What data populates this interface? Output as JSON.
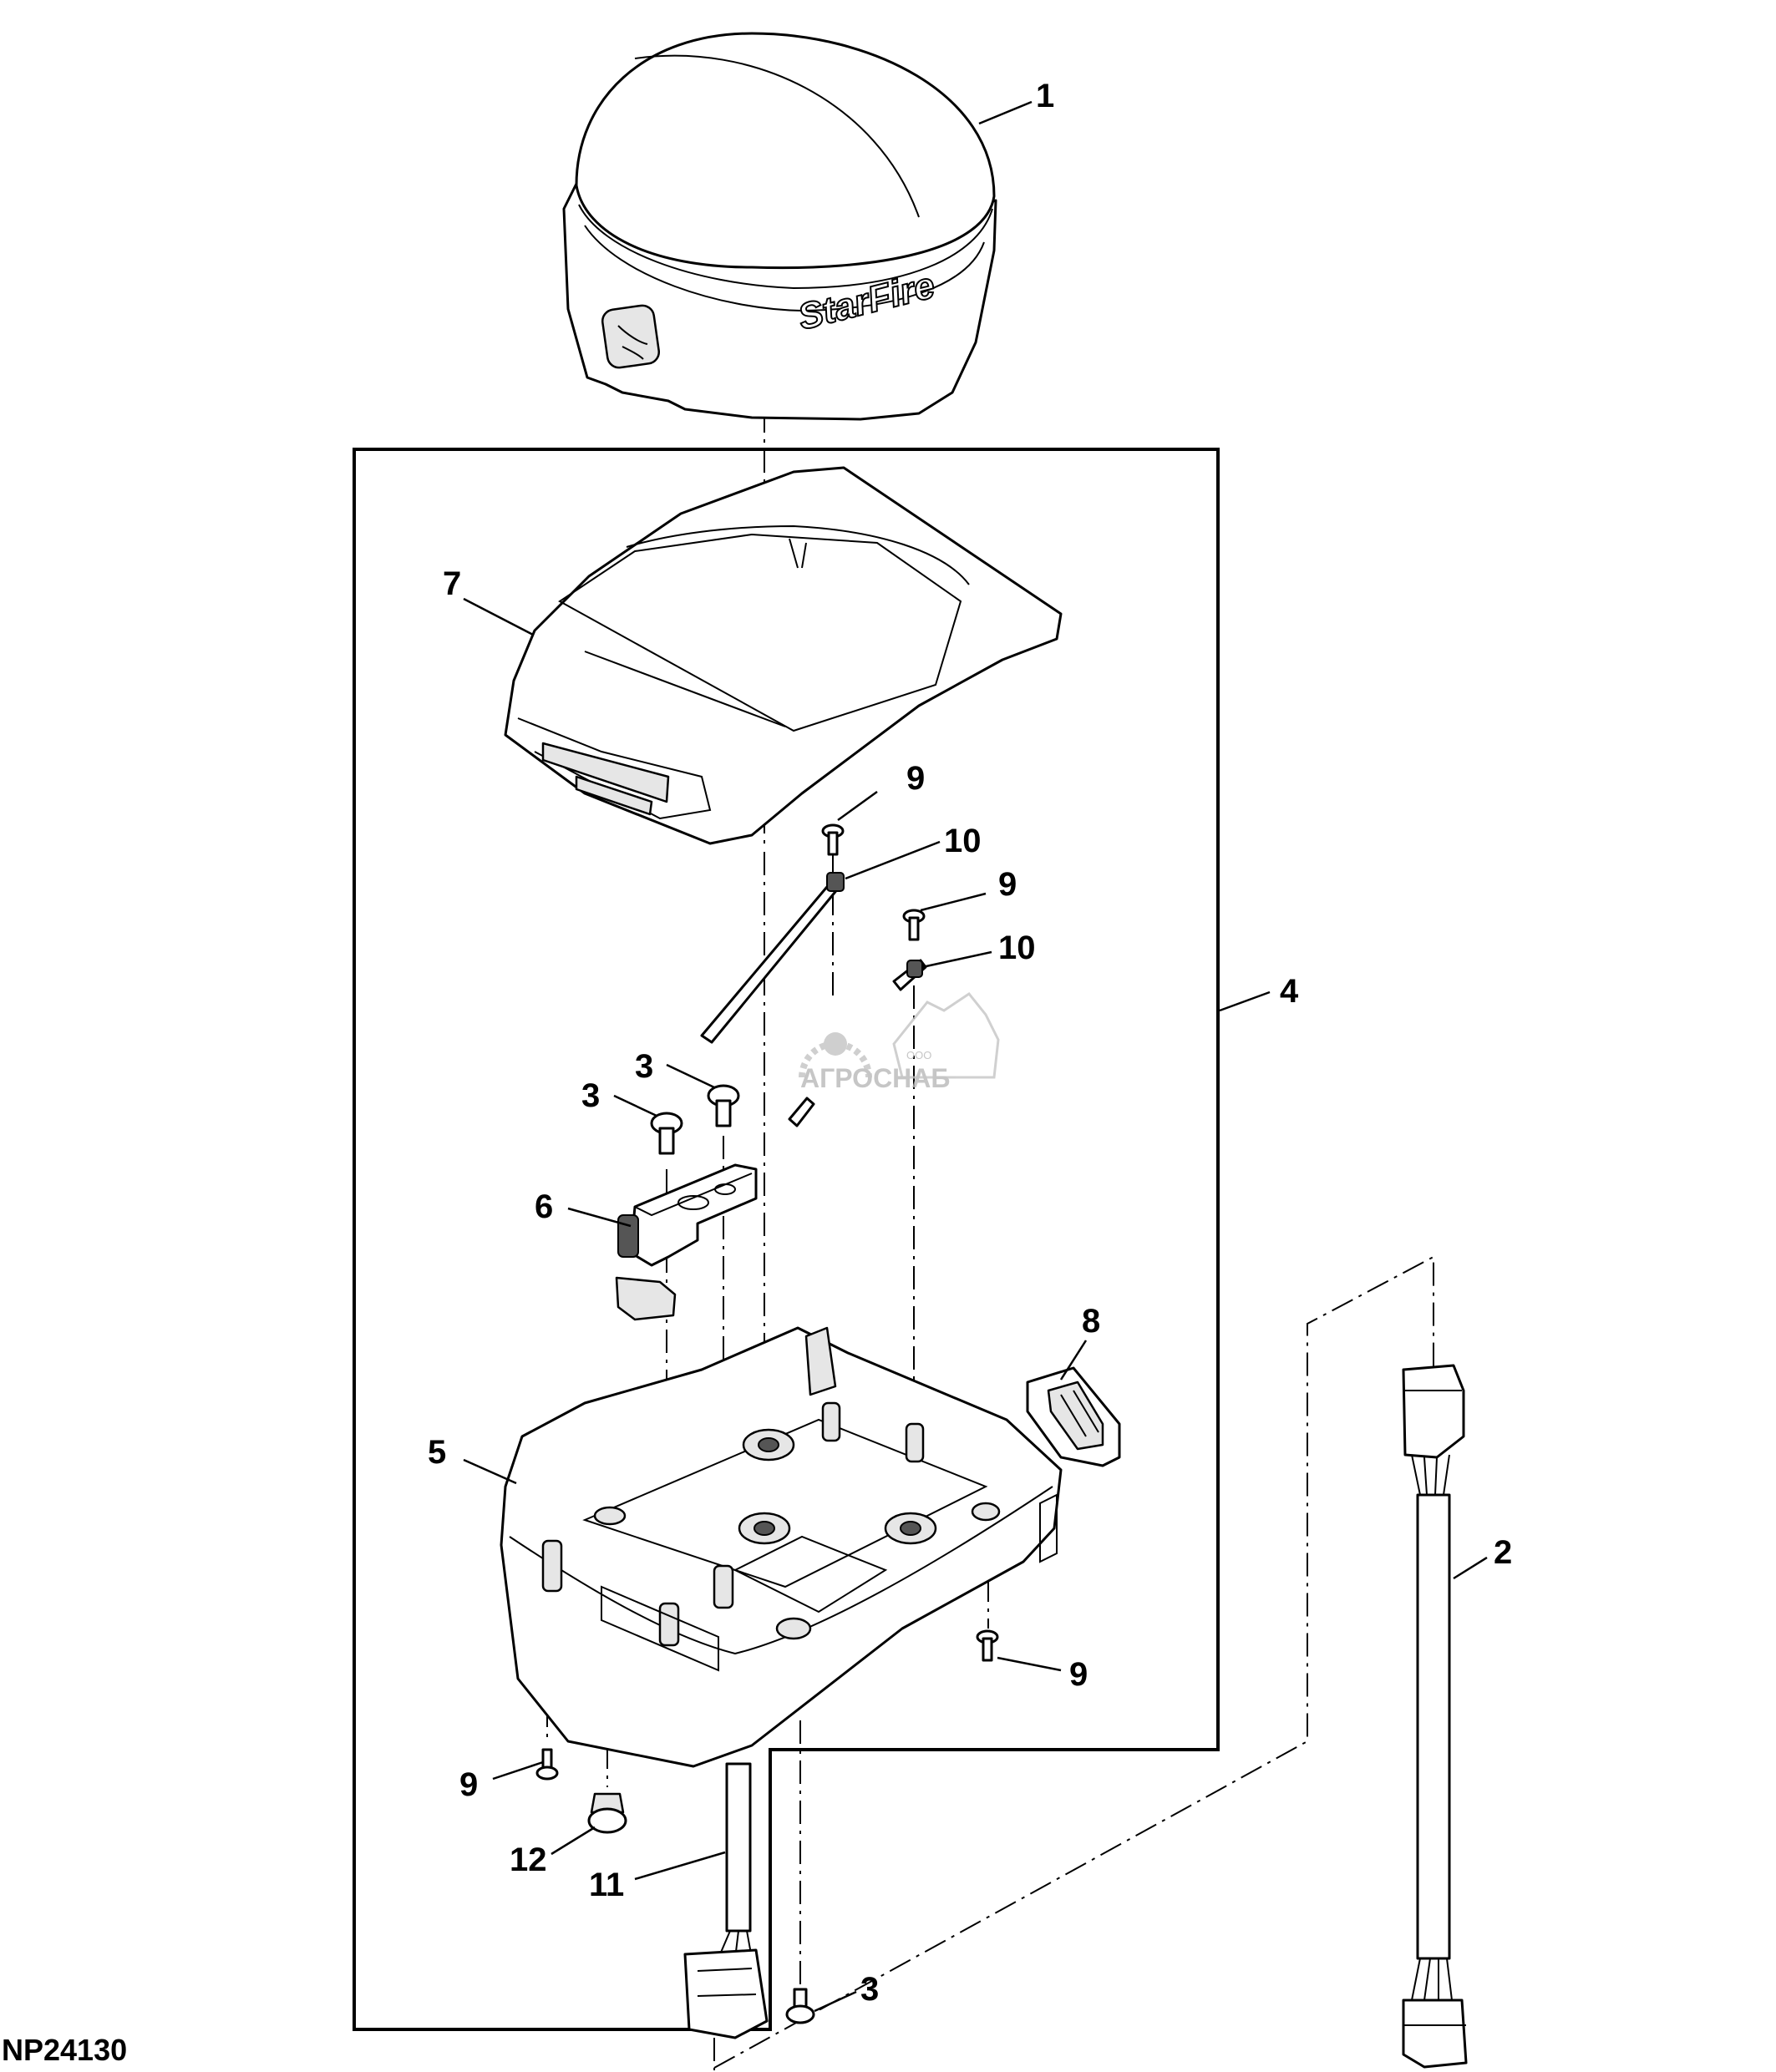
{
  "figure_id": "NP24130",
  "watermark": {
    "small": "ООО",
    "brand": "АГРОСНАБ"
  },
  "callouts": {
    "c1": "1",
    "c2": "2",
    "c3a": "3",
    "c3b": "3",
    "c3c": "3",
    "c4": "4",
    "c5": "5",
    "c6": "6",
    "c7": "7",
    "c8": "8",
    "c9a": "9",
    "c9b": "9",
    "c9c": "9",
    "c9d": "9",
    "c10a": "10",
    "c10b": "10",
    "c11": "11",
    "c12": "12"
  }
}
